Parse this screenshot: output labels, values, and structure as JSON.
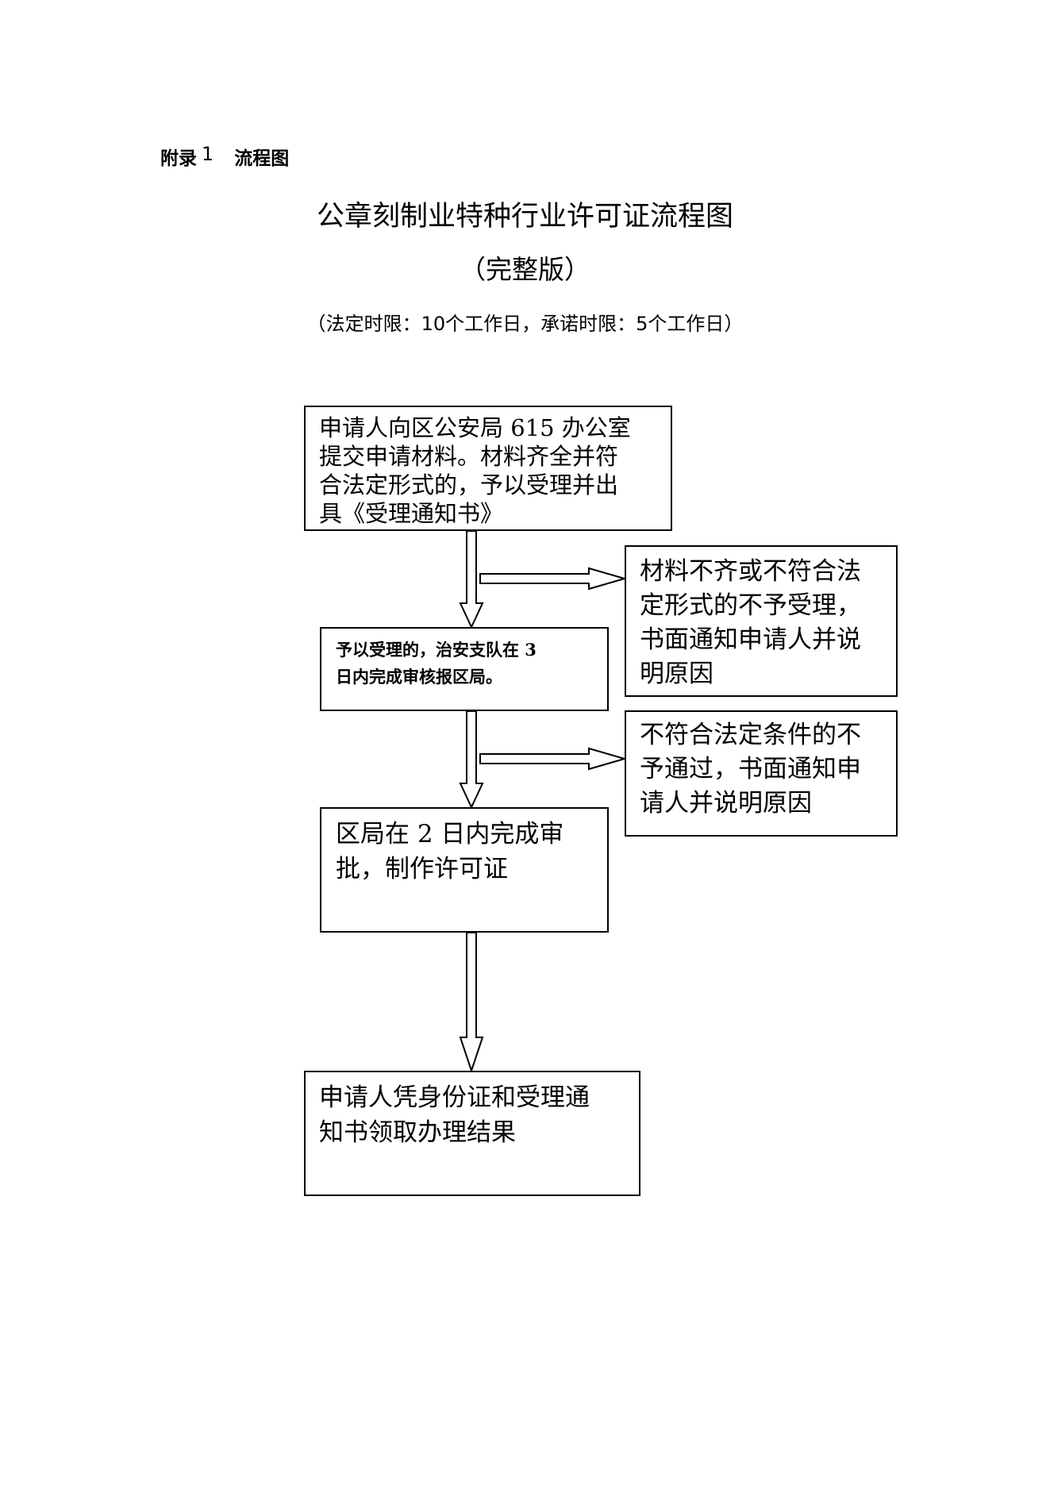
{
  "header": {
    "appendix_label": "附录",
    "appendix_number": "1",
    "appendix_title": "流程图"
  },
  "title": "公章刻制业特种行业许可证流程图",
  "edition": "（完整版）",
  "time_limits": "（法定时限：10个工作日，承诺时限：5个工作日）",
  "flow": {
    "step1": [
      "申请人向区公安局 615 办公室",
      "提交申请材料。材料齐全并符",
      "合法定形式的，予以受理并出",
      "具《受理通知书》"
    ],
    "step2": [
      "予以受理的，治安支队在 3",
      "日内完成审核报区局。"
    ],
    "reject1": [
      "材料不齐或不符合法",
      "定形式的不予受理，",
      "书面通知申请人并说",
      "明原因"
    ],
    "reject2": [
      "不符合法定条件的不",
      "予通过，书面通知申",
      "请人并说明原因"
    ],
    "step3": [
      "区局在 2 日内完成审",
      "批，制作许可证"
    ],
    "step4": [
      "申请人凭身份证和受理通",
      "知书领取办理结果"
    ]
  }
}
